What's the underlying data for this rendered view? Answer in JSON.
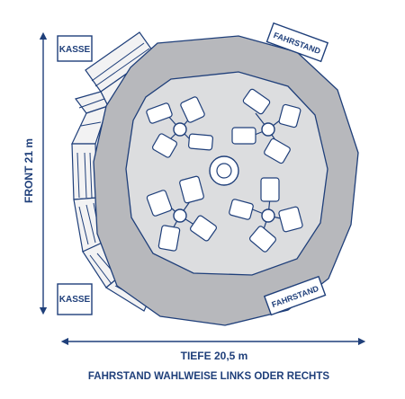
{
  "labels": {
    "kasse_top": "KASSE",
    "kasse_bottom": "KASSE",
    "fahrstand_top": "FAHRSTAND",
    "fahrstand_bottom": "FAHRSTAND",
    "front": "FRONT  21 m",
    "tiefe": "TIEFE  20,5 m",
    "caption": "FAHRSTAND WAHLWEISE LINKS ODER RECHTS"
  },
  "colors": {
    "outline": "#1f3f7a",
    "platform_outer": "#b7b8bc",
    "platform_inner": "#dcdddf",
    "stand": "#f2f2f3"
  },
  "car_groups": 4,
  "cars_per_group": 4
}
